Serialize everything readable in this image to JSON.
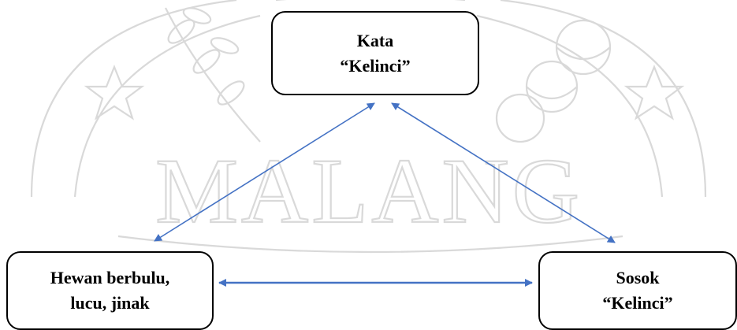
{
  "watermark": {
    "text": "MALANG",
    "color": "#d9d9d9"
  },
  "nodes": {
    "top": {
      "line1": "Kata",
      "line2": "“Kelinci”"
    },
    "left": {
      "line1": "Hewan berbulu,",
      "line2": "lucu, jinak"
    },
    "right": {
      "line1": "Sosok",
      "line2": "“Kelinci”"
    }
  },
  "edges": [
    {
      "from": "top",
      "to": "left",
      "direction": "bidirectional"
    },
    {
      "from": "top",
      "to": "right",
      "direction": "bidirectional"
    },
    {
      "from": "left",
      "to": "right",
      "direction": "bidirectional"
    }
  ],
  "colors": {
    "arrow": "#4472c4",
    "box_border": "#000000",
    "text": "#000000",
    "watermark": "#d9d9d9"
  }
}
